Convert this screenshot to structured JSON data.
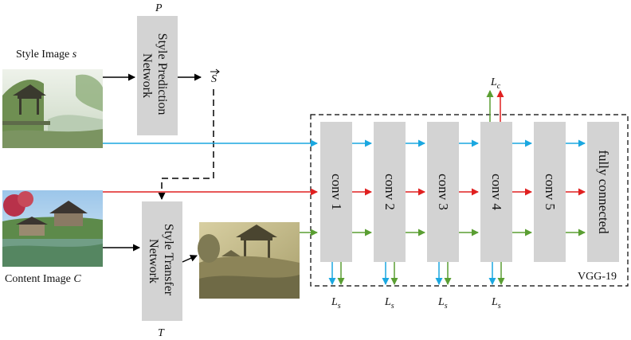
{
  "style_image": {
    "label": "Style Image",
    "symbol": "s"
  },
  "content_image": {
    "label": "Content Image",
    "symbol": "C"
  },
  "style_prediction": {
    "symbol": "P",
    "line1": "Style Prediction",
    "line2": "Network"
  },
  "style_vector": {
    "symbol": "S"
  },
  "style_transfer": {
    "symbol": "T",
    "line1": "Style Transfer",
    "line2": "Network"
  },
  "vgg": {
    "name": "VGG-19",
    "layers": [
      "conv 1",
      "conv 2",
      "conv 3",
      "conv 4",
      "conv 5",
      "fully connected"
    ]
  },
  "losses": {
    "content": "L",
    "content_sub": "c",
    "style": "L",
    "style_sub": "s"
  },
  "colors": {
    "style_path": "#1aa7e0",
    "content_path": "#e02020",
    "stylized_path": "#5a9e32",
    "box": "#d3d3d3"
  }
}
